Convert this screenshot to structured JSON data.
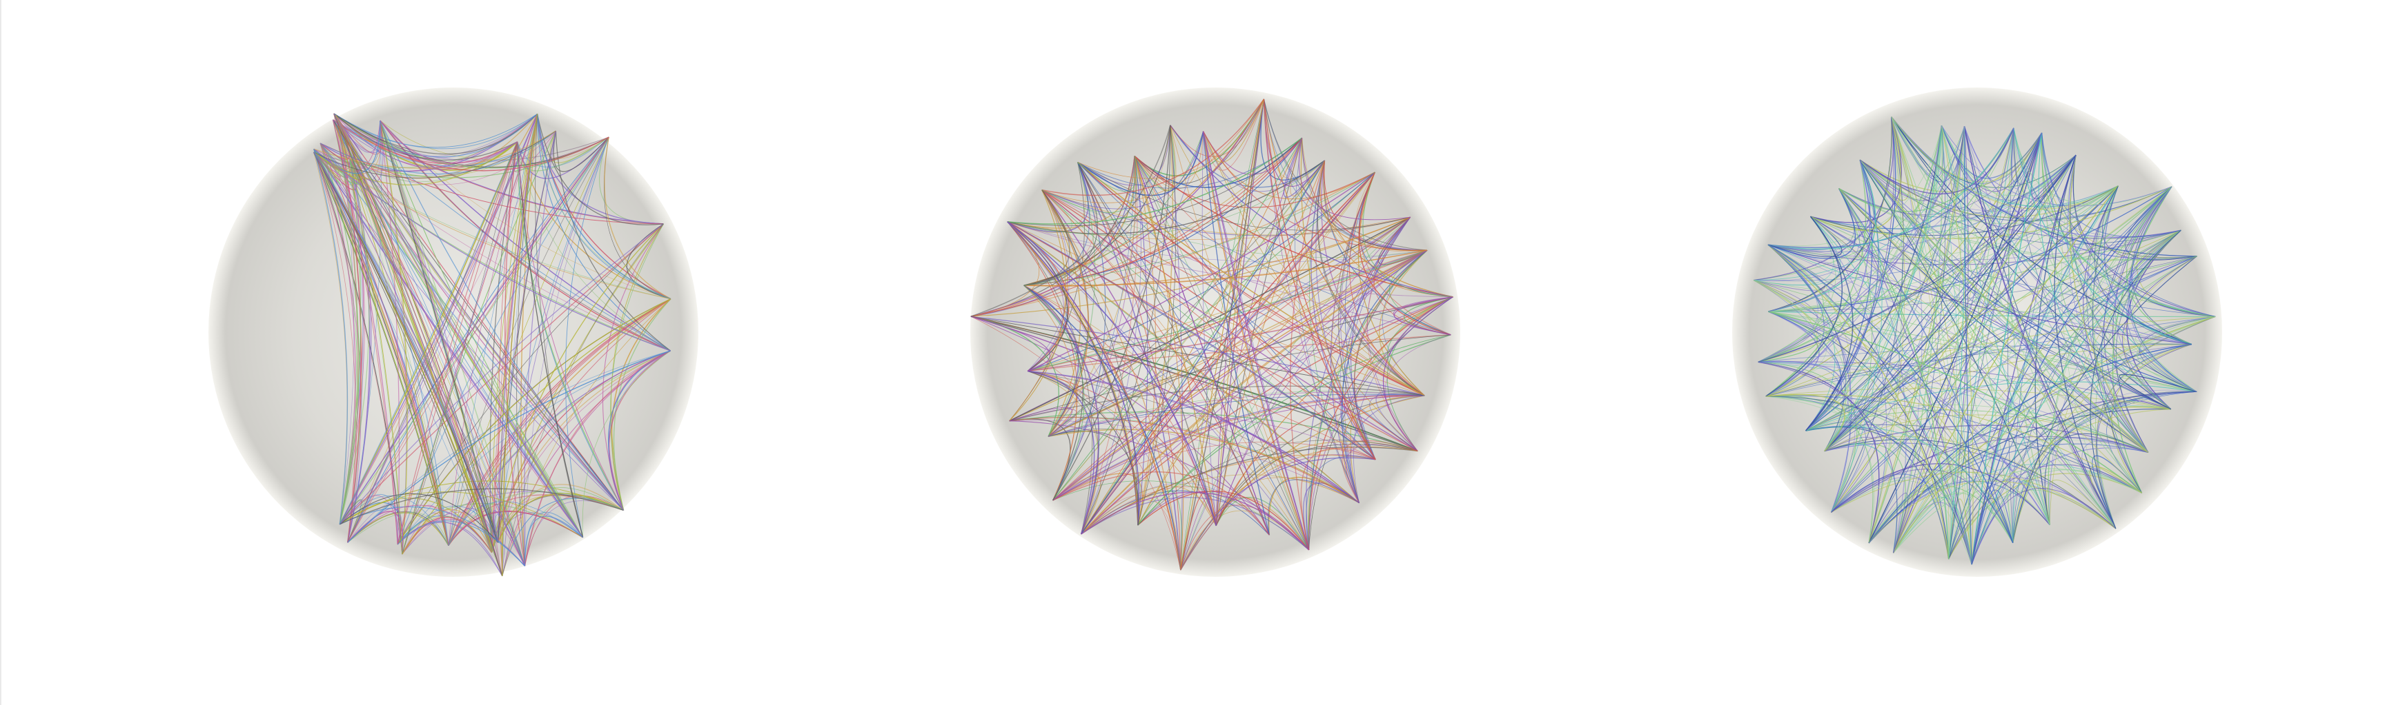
{
  "scene": {
    "background": "#ffffff",
    "disc_colors": {
      "center": "#ecebe7",
      "mid": "#dcdbd6",
      "edge": "#cfcec9",
      "rim": "#f4f3ee"
    },
    "panels": [
      {
        "id": "panel-1",
        "style": "vertical-fans",
        "palette": [
          "#d05a6e",
          "#d0a24c",
          "#7fc06a",
          "#8a6bc9",
          "#5a5a5a",
          "#c05aa6",
          "#4f8fd2",
          "#b3b32e"
        ]
      },
      {
        "id": "panel-2",
        "style": "radial-star",
        "palette": [
          "#5b5b5b",
          "#d1544c",
          "#6f58c2",
          "#d38a3a",
          "#3b62b8",
          "#62b36a",
          "#c7a044",
          "#9a4fb0"
        ]
      },
      {
        "id": "panel-3",
        "style": "dense-web",
        "palette": [
          "#3f66c6",
          "#4fc0b7",
          "#7ac67b",
          "#b3c35a",
          "#5e4fb9",
          "#7f7fd8",
          "#2f4f9a",
          "#9bd1a0"
        ]
      }
    ]
  }
}
